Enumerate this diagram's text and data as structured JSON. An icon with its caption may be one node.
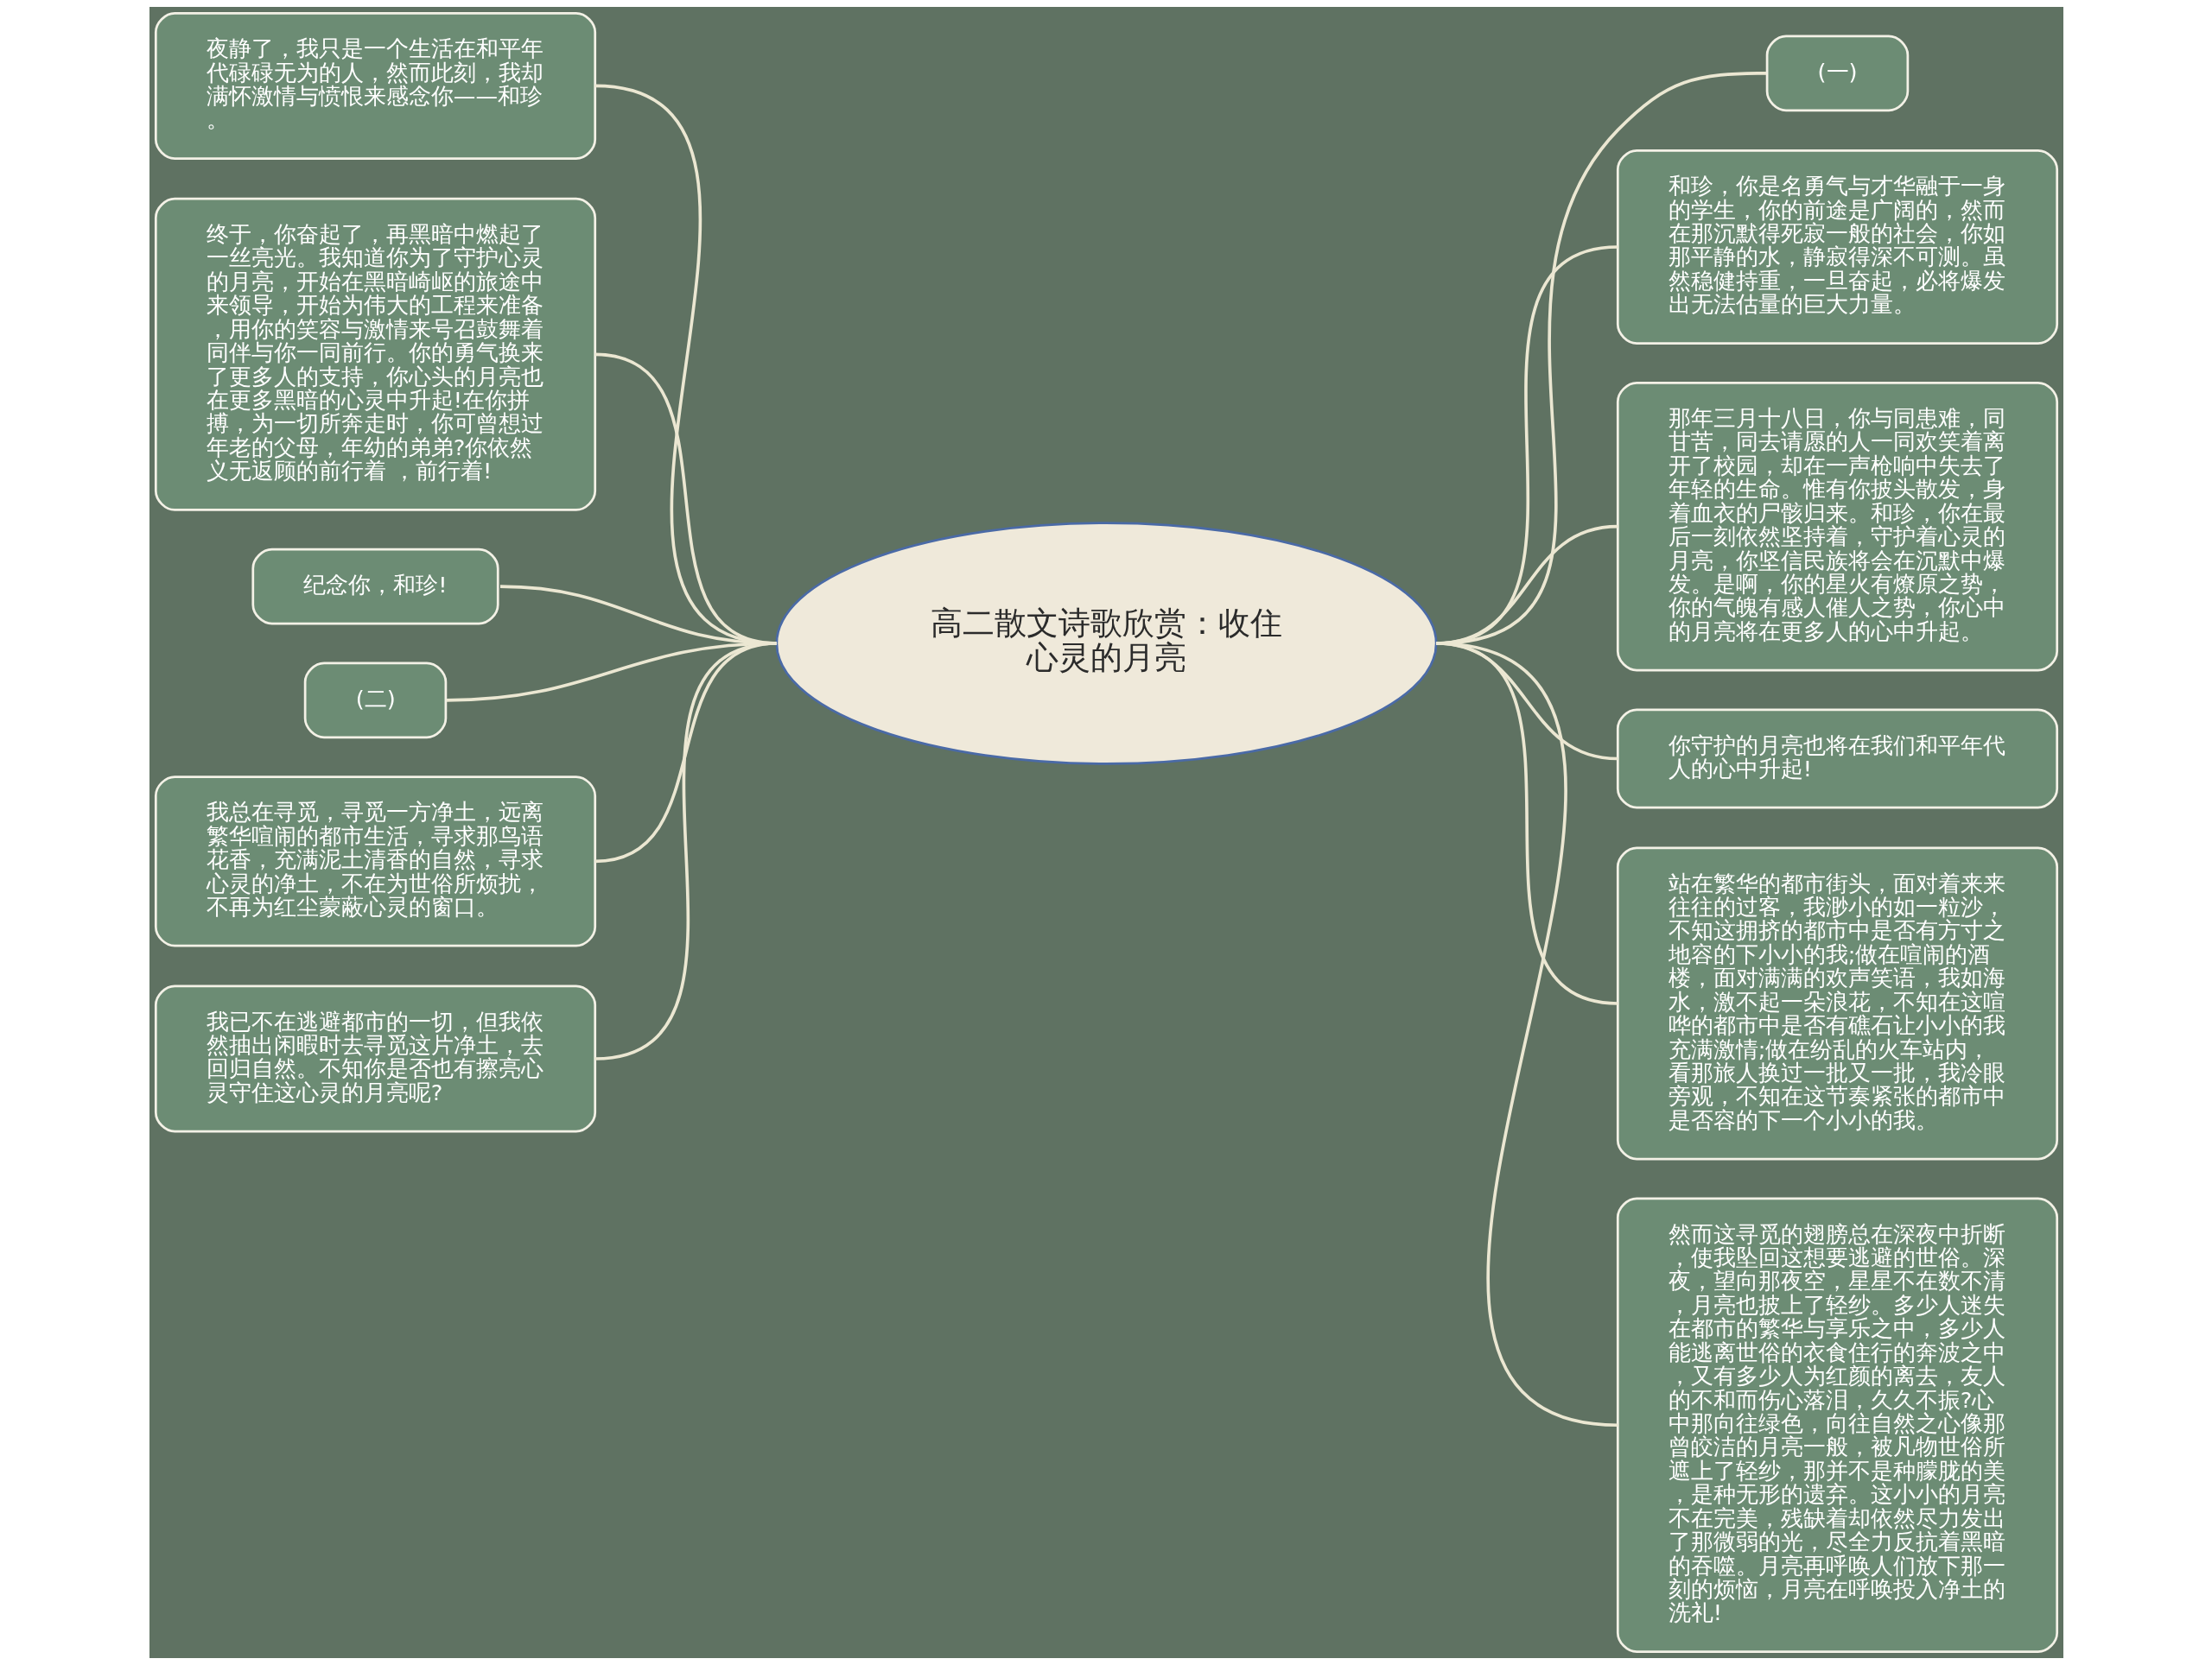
{
  "diagram": {
    "nodes": [
      {
        "text": [
          "高二散文诗歌欣赏：收住心灵的月亮"
        ]
      },
      {
        "text": [
          "夜静了，我只是一个生活在和平年代碌碌无为的人，然而此刻，我却满怀激情与愤恨来感念你——和珍。"
        ]
      },
      {
        "text": [
          "终于，你奋起了，再黑暗中燃起了一丝亮光。我知道你为了守护心灵的月亮，开始在黑暗崎岖的旅途中来领导，开始为伟大的工程来准备，用你的笑容与激情来号召鼓舞着同伴与你一同前行。你的勇气换来了更多人的支持，你心头的月亮也在更多黑暗的心灵中升起!在你拼搏，为一切所奔走时，你可曾想过年老的父母，年幼的弟弟?你依然义无返顾的前行着 ，前行着!"
        ]
      },
      {
        "text": [
          "纪念你，和珍!"
        ]
      },
      {
        "text": [
          "(二)"
        ]
      },
      {
        "text": [
          "我总在寻觅，寻觅一方净土，远离繁华喧闹的都市生活，寻求那鸟语花香，充满泥土清香的自然，寻求心灵的净土，不在为世俗所烦扰，不再为红尘蒙蔽心灵的窗口。"
        ]
      },
      {
        "text": [
          "我已不在逃避都市的一切，但我依然抽出闲暇时去寻觅这片净土，去回归自然。不知你是否也有擦亮心灵守住这心灵的月亮呢?"
        ]
      },
      {
        "text": [
          "(一)"
        ]
      },
      {
        "text": [
          "和珍，你是名勇气与才华融于一身的学生，你的前途是广阔的，然而在那沉默得死寂一般的社会，你如那平静的水，静寂得深不可测。虽然稳健持重，一旦奋起，必将爆发出无法估量的巨大力量。"
        ]
      },
      {
        "text": [
          "那年三月十八日，你与同患难，同甘苦，同去请愿的人一同欢笑着离开了校园，却在一声枪响中失去了年轻的生命。惟有你披头散发，身着血衣的尸骸归来。和珍，你在最后一刻依然坚持着，守护着心灵的月亮，你坚信民族将会在沉默中爆发。是啊，你的星火有燎原之势，你的气魄有感人催人之势，你心中的月亮将在更多人的心中升起。"
        ]
      },
      {
        "text": [
          "你守护的月亮也将在我们和平年代人的心中升起!"
        ]
      },
      {
        "text": [
          "站在繁华的都市街头，面对着来来往往的过客，我渺小的如一粒沙，不知这拥挤的都市中是否有方寸之地容的下小小的我;做在喧闹的酒楼，面对满满的欢声笑语，我如海水，激不起一朵浪花，不知在这喧哗的都市中是否有礁石让小小的我充满激情;做在纷乱的火车站内，看那旅人换过一批又一批，我冷眼旁观，不知在这节奏紧张的都市中是否容的下一个小小的我。"
        ]
      },
      {
        "text": [
          "然而这寻觅的翅膀总在深夜中折断，使我坠回这想要逃避的世俗。深夜，望向那夜空，星星不在数不清，月亮也披上了轻纱。多少人迷失在都市的繁华与享乐之中，多少人能逃离世俗的衣食住行的奔波之中，又有多少人为红颜的离去，友人的不和而伤心落泪，久久不振?心中那向往绿色，向往自然之心像那曾皎洁的月亮一般，被凡物世俗所遮上了轻纱，那并不是种朦胧的美，是种无形的遗弃。这小小的月亮不在完美，残缺着却依然尽力发出了那微弱的光，尽全力反抗着黑暗的吞噬。月亮再呼唤人们放下那一刻的烦恼，月亮在呼唤投入净土的洗礼!"
        ]
      }
    ],
    "edges": [
      {
        "from": 0,
        "to": 1,
        "arrow": "none"
      },
      {
        "from": 0,
        "to": 2,
        "arrow": "none"
      },
      {
        "from": 0,
        "to": 3,
        "arrow": "none"
      },
      {
        "from": 0,
        "to": 4,
        "arrow": "none"
      },
      {
        "from": 0,
        "to": 5,
        "arrow": "none"
      },
      {
        "from": 0,
        "to": 6,
        "arrow": "none"
      },
      {
        "from": 0,
        "to": 7,
        "arrow": "none"
      },
      {
        "from": 0,
        "to": 8,
        "arrow": "none"
      },
      {
        "from": 0,
        "to": 9,
        "arrow": "none"
      },
      {
        "from": 0,
        "to": 10,
        "arrow": "none"
      },
      {
        "from": 0,
        "to": 11,
        "arrow": "none"
      },
      {
        "from": 0,
        "to": 12,
        "arrow": "none"
      }
    ]
  }
}
